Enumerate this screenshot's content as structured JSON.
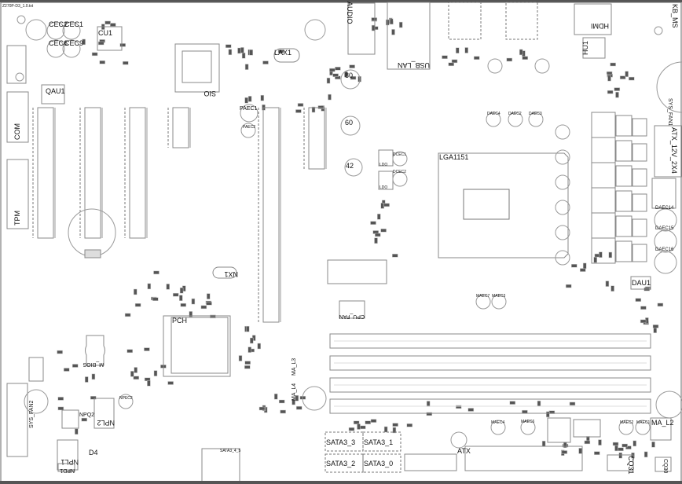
{
  "file_title": "Z270P-D3_1.0.txt",
  "labels": {
    "cec2": "CEC2",
    "cec1": "CEC1",
    "cec6": "CEC6",
    "cec9": "CEC9",
    "cu1": "CU1",
    "lax1": "LAX1",
    "sio": "SIO",
    "qau1": "QAU1",
    "com": "COM",
    "tpm": "TPM",
    "paec1": "PAEC1",
    "paec2": "PAEC2",
    "audio": "AUDIO",
    "usb_lan": "USB_LAN",
    "hdmi": "HDMI",
    "kb_ms": "KB_MS",
    "hu1": "HU1",
    "sys_fan1": "SYS_FAN1",
    "atx_12v": "ATX_12V_2X4",
    "h80": "80",
    "h60": "60",
    "h42": "42",
    "lga": "LGA1151",
    "daec4": "DAEC4",
    "daec2": "DAEC2",
    "daec3": "DAEC3",
    "daec14": "DAEC14",
    "daec15": "DAEC15",
    "daec16": "DAEC16",
    "dau1": "DAU1",
    "cpu_fan": "CPU_FAN",
    "nx1": "NX1",
    "pch": "PCH",
    "m_bios": "M_BIOS",
    "npl2": "NPL2",
    "npq2": "NPQ2",
    "npl1": "NPL1",
    "npd1": "NPD1",
    "d4": "D4",
    "sys_fan2": "SYS_FAN2",
    "sata3_3": "SATA3_3",
    "sata3_1": "SATA3_1",
    "sata3_2": "SATA3_2",
    "sata3_0": "SATA3_0",
    "sata3_45": "SATA3_4_5",
    "atx": "ATX",
    "ma_l3": "MA_L3",
    "ma_l4": "MA_L4",
    "ma_l2": "MA_L2",
    "cq31": "CQ31",
    "cq30": "CQ30",
    "maec7": "MAEC7",
    "maec3": "MAEC3",
    "maec4": "MAEC4",
    "maec6": "MAEC6",
    "maec2": "MAEC2",
    "maec1": "MAEC1",
    "ldo1": "LDO",
    "ldo2": "LDO",
    "dcec1": "DCEC1",
    "dcec2": "DCEC2",
    "nprec2": "NPEC2"
  }
}
